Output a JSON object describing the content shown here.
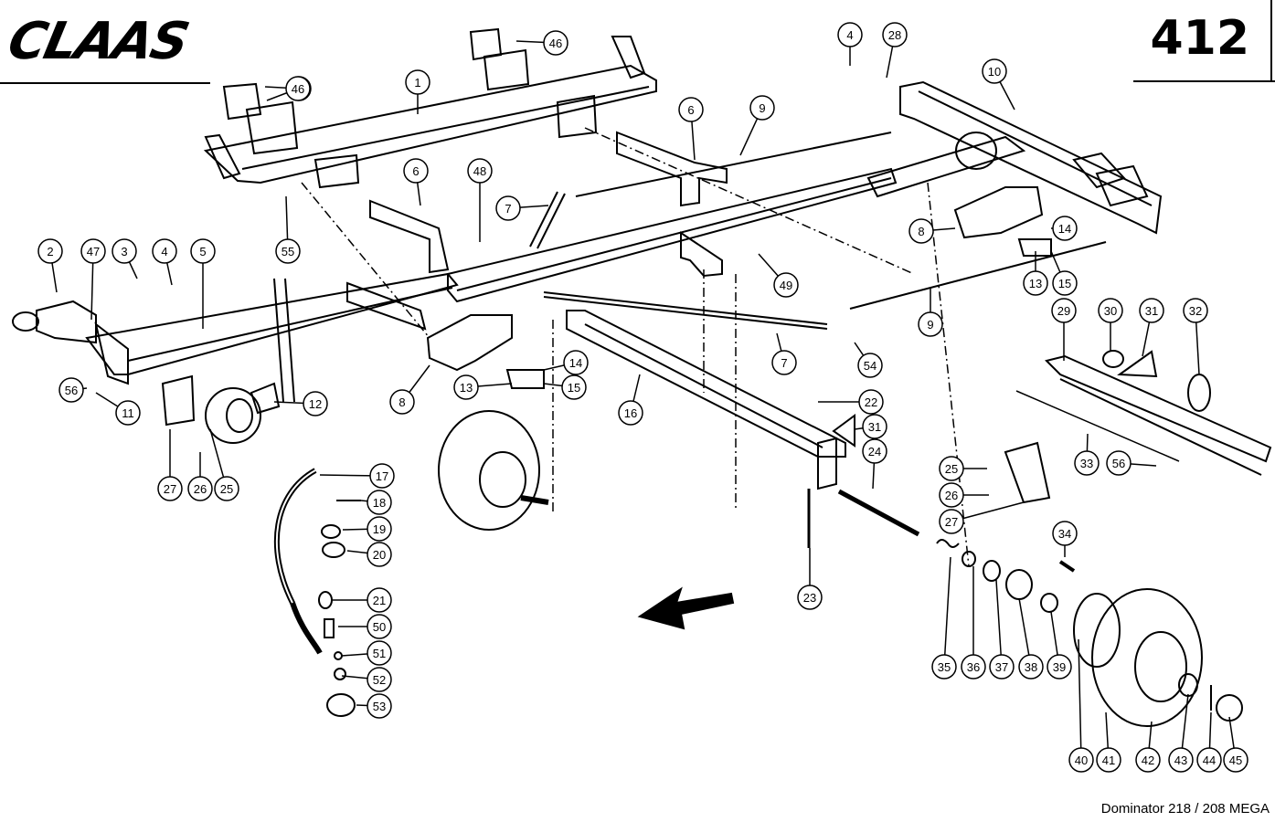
{
  "header": {
    "brand": "CLAAS",
    "page_number": "412"
  },
  "footer": {
    "model": "Dominator 218 / 208 MEGA"
  },
  "callouts": [
    "1",
    "2",
    "3",
    "4",
    "4",
    "5",
    "6",
    "6",
    "7",
    "7",
    "8",
    "8",
    "9",
    "9",
    "10",
    "11",
    "12",
    "13",
    "13",
    "14",
    "14",
    "15",
    "15",
    "16",
    "17",
    "18",
    "19",
    "20",
    "21",
    "22",
    "23",
    "24",
    "25",
    "25",
    "26",
    "26",
    "27",
    "27",
    "28",
    "29",
    "30",
    "31",
    "31",
    "32",
    "33",
    "34",
    "35",
    "36",
    "37",
    "38",
    "39",
    "40",
    "41",
    "42",
    "43",
    "44",
    "45",
    "46",
    "46",
    "46",
    "47",
    "48",
    "49",
    "50",
    "51",
    "52",
    "53",
    "54",
    "55",
    "56",
    "56"
  ],
  "direction_arrow": "travel-direction-arrow"
}
